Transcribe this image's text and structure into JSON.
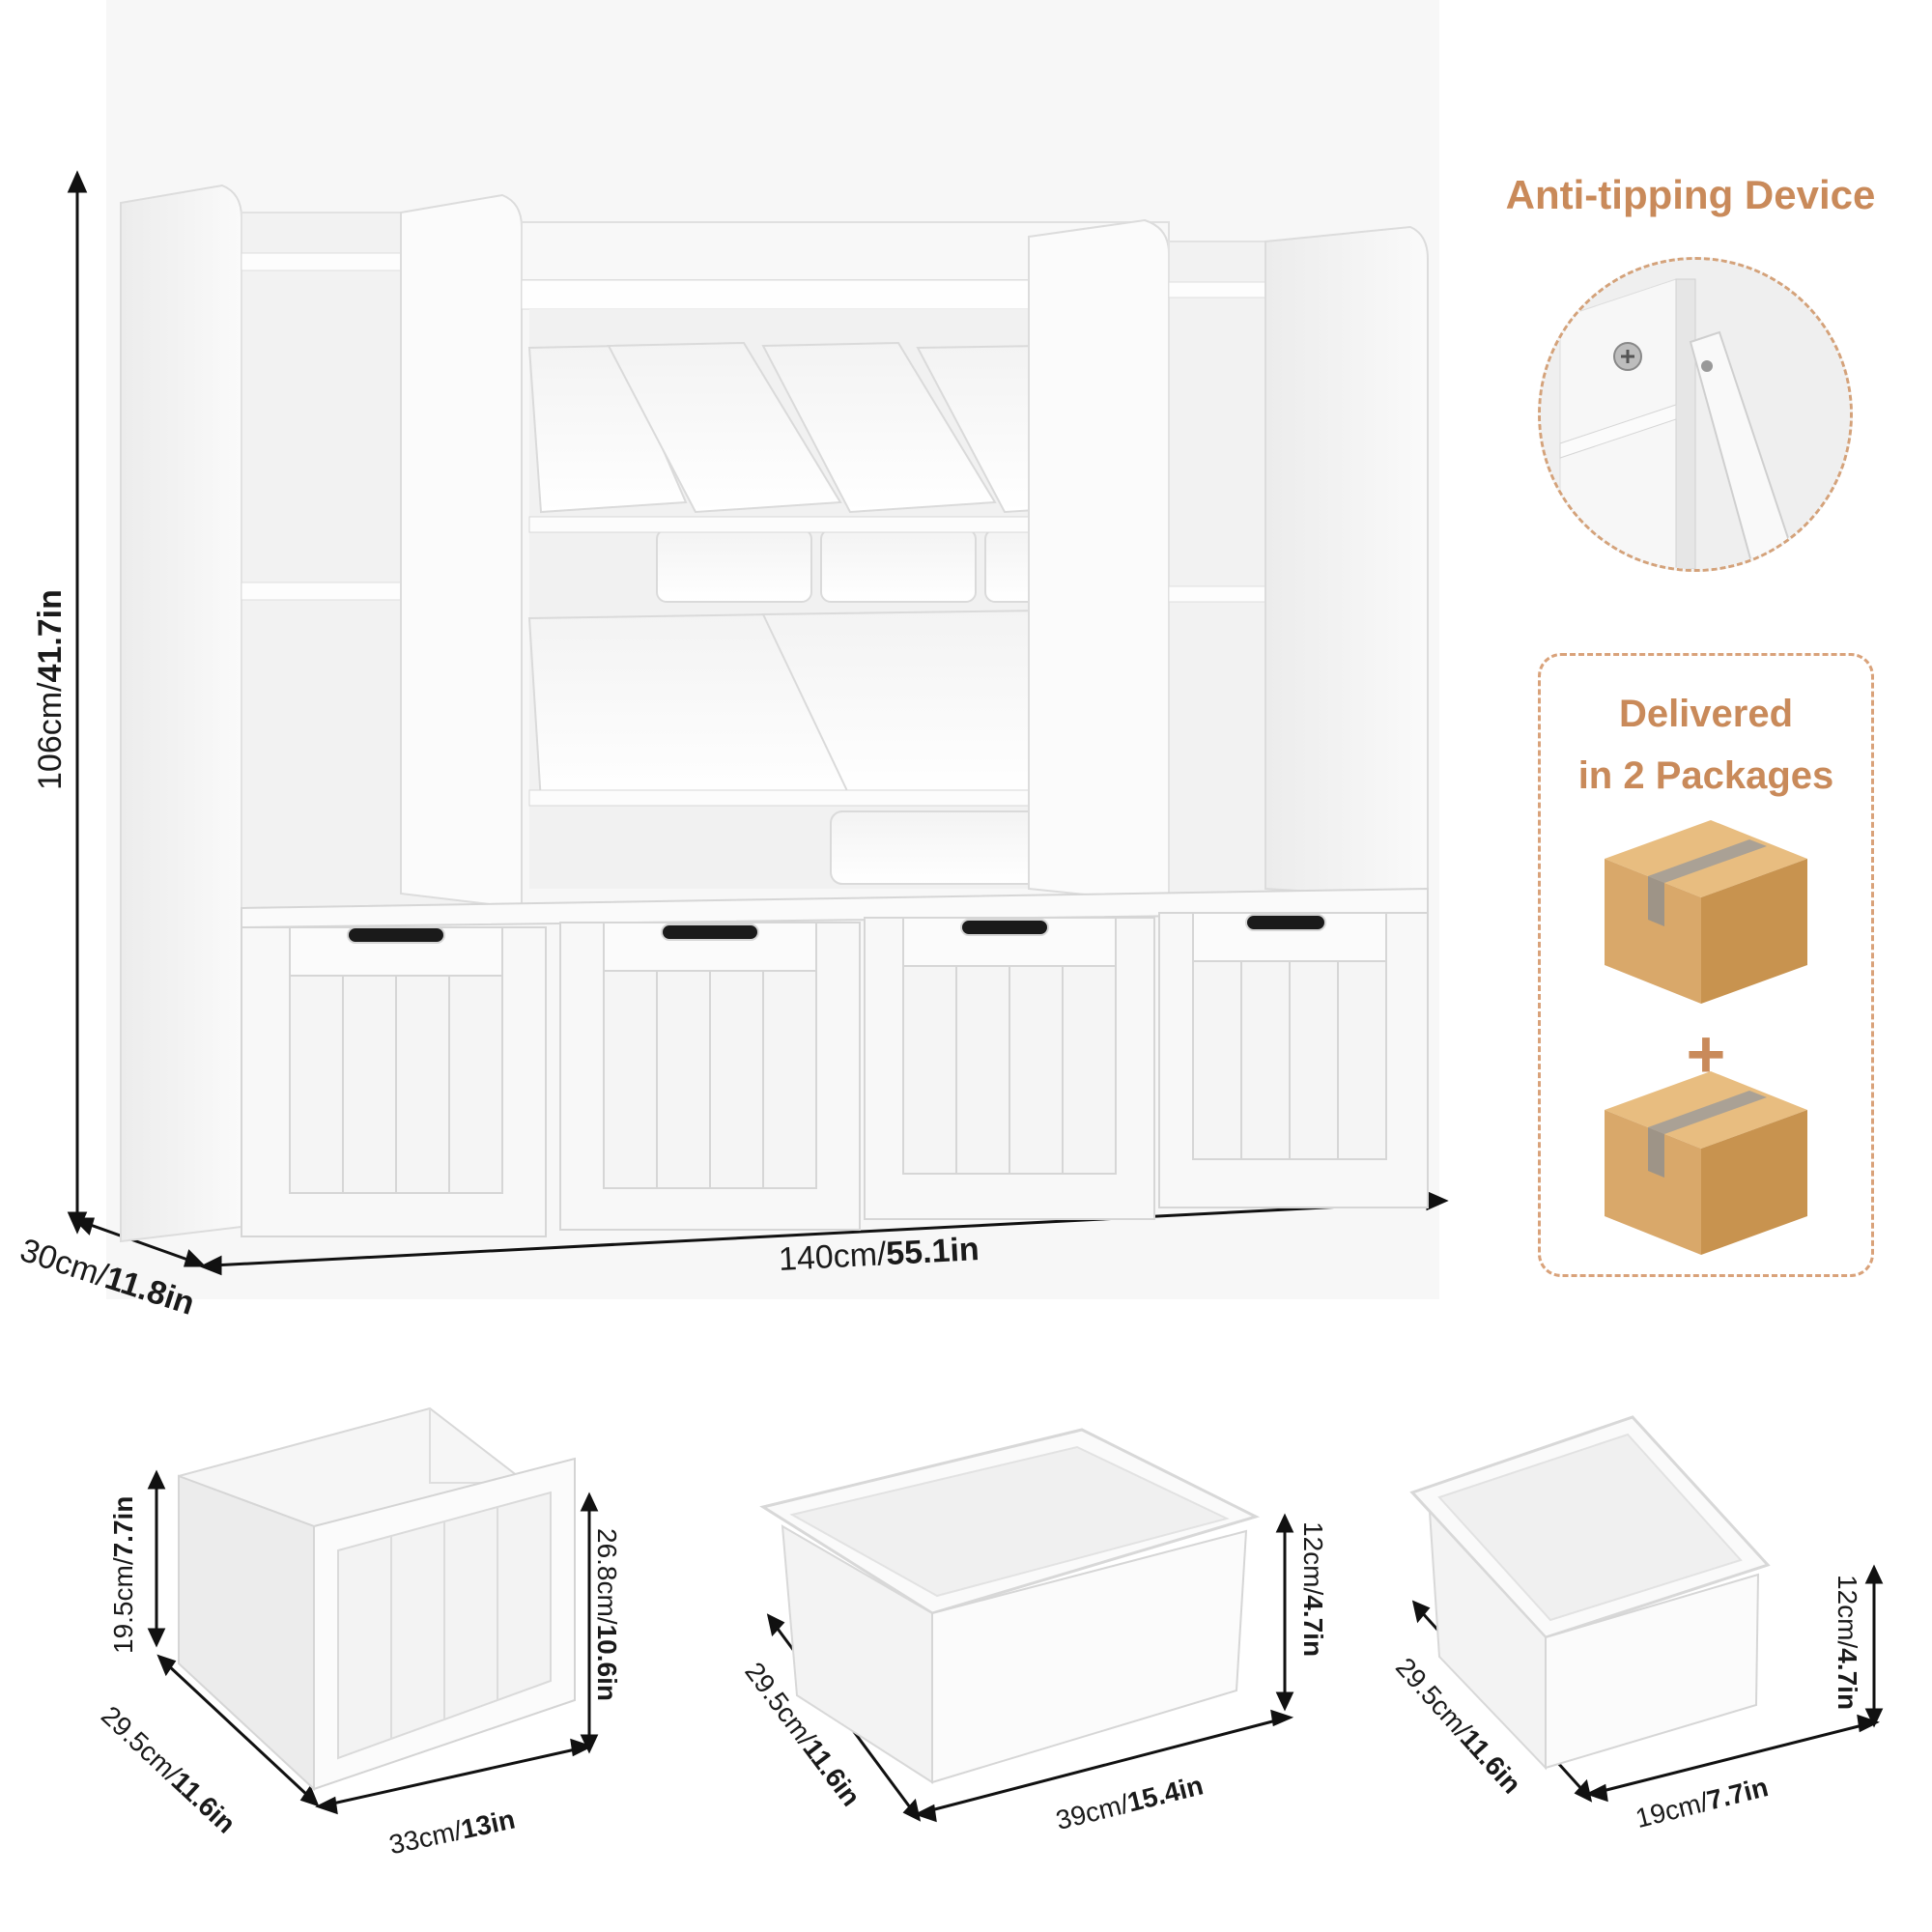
{
  "main_unit": {
    "height_label_cm": "106cm/",
    "height_label_in": "41.7in",
    "depth_label_cm": "30cm/",
    "depth_label_in": "11.8in",
    "width_label_cm": "140cm/",
    "width_label_in": "55.1in"
  },
  "anti_tipping": {
    "title": "Anti-tipping Device"
  },
  "packages": {
    "line1": "Delivered",
    "line2": "in 2 Packages",
    "plus": "+"
  },
  "drawer": {
    "back_height_cm": "19.5cm/",
    "back_height_in": "7.7in",
    "front_height_cm": "26.8cm/",
    "front_height_in": "10.6in",
    "depth_cm": "29.5cm/",
    "depth_in": "11.6in",
    "width_cm": "33cm/",
    "width_in": "13in"
  },
  "large_bin": {
    "height_cm": "12cm/",
    "height_in": "4.7in",
    "depth_cm": "29.5cm/",
    "depth_in": "11.6in",
    "width_cm": "39cm/",
    "width_in": "15.4in"
  },
  "small_bin": {
    "height_cm": "12cm/",
    "height_in": "4.7in",
    "depth_cm": "29.5cm/",
    "depth_in": "11.6in",
    "width_cm": "19cm/",
    "width_in": "7.7in"
  },
  "colors": {
    "accent": "#c98a5a",
    "cardboard": "#d9a86a",
    "tape": "#9a9a9a"
  }
}
